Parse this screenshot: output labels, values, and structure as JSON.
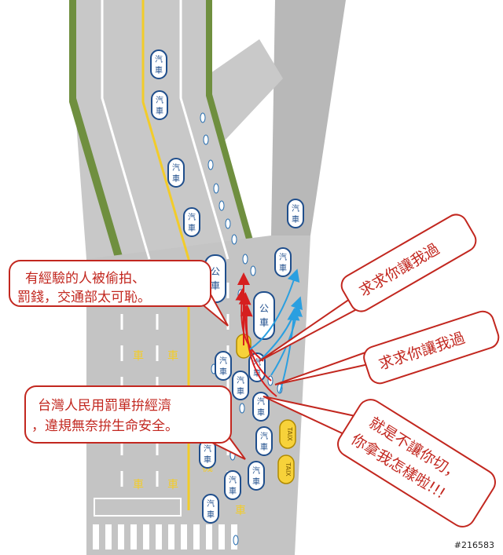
{
  "labels": {
    "car": [
      "汽",
      "車"
    ],
    "bus": [
      "公",
      "車"
    ],
    "lane_marking": "車",
    "bike_lane": "機",
    "taxi": "TAIX"
  },
  "bubbles": {
    "experienced": [
      "有經驗的人被偷拍、",
      "罰錢，交通部太可恥。"
    ],
    "taiwan": [
      "台灣人民用罰單拚經濟",
      "，違規無奈拚生命安全。"
    ],
    "please1": "求求你讓我過",
    "please2": "求求你讓我過",
    "refuse": [
      "就是不讓你切，",
      "你拿我怎樣啦!!!"
    ]
  },
  "watermark": "#216583",
  "colors": {
    "road": "#c6c6c6",
    "road_dark": "#b4b4b4",
    "median": "#6f8f3f",
    "arrow_red": "#d61f1f",
    "arrow_blue": "#2a9fe0",
    "bubble_border": "#c2271f",
    "lane_yellow": "#f2cc2a"
  }
}
